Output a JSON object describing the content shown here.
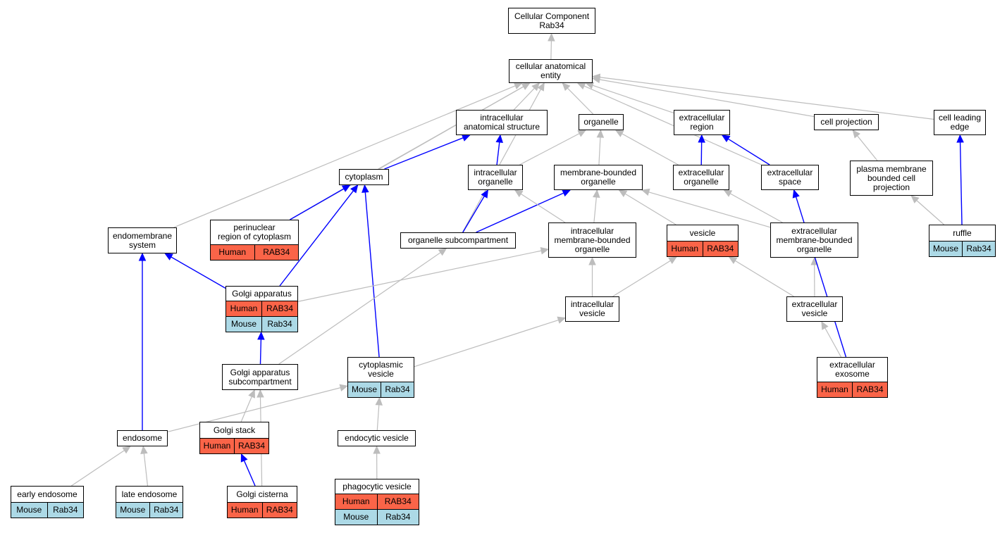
{
  "colors": {
    "is_a_edge": "#bdbdbd",
    "part_of_edge": "#0000ff",
    "human_row": "#fa6448",
    "mouse_row": "#acd9e6",
    "node_border": "#000000"
  },
  "nodes": {
    "cc_root": {
      "label": "Cellular Component\nRab34"
    },
    "cellular_anatomical_entity": {
      "label": "cellular anatomical\nentity"
    },
    "intracellular_anatomical_structure": {
      "label": "intracellular\nanatomical structure"
    },
    "organelle": {
      "label": "organelle"
    },
    "extracellular_region": {
      "label": "extracellular\nregion"
    },
    "cell_projection": {
      "label": "cell projection"
    },
    "cell_leading_edge": {
      "label": "cell leading\nedge"
    },
    "cytoplasm": {
      "label": "cytoplasm"
    },
    "intracellular_organelle": {
      "label": "intracellular\norganelle"
    },
    "membrane_bounded_organelle": {
      "label": "membrane-bounded\norganelle"
    },
    "extracellular_organelle": {
      "label": "extracellular\norganelle"
    },
    "extracellular_space": {
      "label": "extracellular\nspace"
    },
    "plasma_membrane_bounded_cell_projection": {
      "label": "plasma membrane\nbounded cell\nprojection"
    },
    "endomembrane_system": {
      "label": "endomembrane\nsystem"
    },
    "perinuclear_region": {
      "label": "perinuclear\nregion of cytoplasm",
      "species": "Human",
      "gene": "RAB34"
    },
    "organelle_subcompartment": {
      "label": "organelle subcompartment"
    },
    "intracellular_membrane_bounded_organelle": {
      "label": "intracellular\nmembrane-bounded\norganelle"
    },
    "vesicle": {
      "label": "vesicle",
      "species": "Human",
      "gene": "RAB34"
    },
    "extracellular_membrane_bounded_organelle": {
      "label": "extracellular\nmembrane-bounded\norganelle"
    },
    "ruffle": {
      "label": "ruffle",
      "species": "Mouse",
      "gene": "Rab34"
    },
    "golgi_apparatus": {
      "label": "Golgi apparatus",
      "species": "Human",
      "gene": "RAB34",
      "species2": "Mouse",
      "gene2": "Rab34"
    },
    "intracellular_vesicle": {
      "label": "intracellular\nvesicle"
    },
    "extracellular_vesicle": {
      "label": "extracellular\nvesicle"
    },
    "golgi_apparatus_subcompartment": {
      "label": "Golgi apparatus\nsubcompartment"
    },
    "cytoplasmic_vesicle": {
      "label": "cytoplasmic\nvesicle",
      "species": "Mouse",
      "gene": "Rab34"
    },
    "extracellular_exosome": {
      "label": "extracellular\nexosome",
      "species": "Human",
      "gene": "RAB34"
    },
    "endosome": {
      "label": "endosome"
    },
    "golgi_stack": {
      "label": "Golgi stack",
      "species": "Human",
      "gene": "RAB34"
    },
    "endocytic_vesicle": {
      "label": "endocytic vesicle"
    },
    "early_endosome": {
      "label": "early endosome",
      "species": "Mouse",
      "gene": "Rab34"
    },
    "late_endosome": {
      "label": "late endosome",
      "species": "Mouse",
      "gene": "Rab34"
    },
    "golgi_cisterna": {
      "label": "Golgi cisterna",
      "species": "Human",
      "gene": "RAB34"
    },
    "phagocytic_vesicle": {
      "label": "phagocytic vesicle",
      "species": "Human",
      "gene": "RAB34",
      "species2": "Mouse",
      "gene2": "Rab34"
    }
  },
  "edges": [
    {
      "from": "cellular_anatomical_entity",
      "to": "cc_root",
      "type": "is_a"
    },
    {
      "from": "intracellular_anatomical_structure",
      "to": "cellular_anatomical_entity",
      "type": "is_a"
    },
    {
      "from": "organelle",
      "to": "cellular_anatomical_entity",
      "type": "is_a"
    },
    {
      "from": "extracellular_region",
      "to": "cellular_anatomical_entity",
      "type": "is_a"
    },
    {
      "from": "cell_projection",
      "to": "cellular_anatomical_entity",
      "type": "is_a"
    },
    {
      "from": "cell_leading_edge",
      "to": "cellular_anatomical_entity",
      "type": "is_a"
    },
    {
      "from": "cytoplasm",
      "to": "cellular_anatomical_entity",
      "type": "is_a"
    },
    {
      "from": "endomembrane_system",
      "to": "cellular_anatomical_entity",
      "type": "is_a"
    },
    {
      "from": "perinuclear_region",
      "to": "cellular_anatomical_entity",
      "type": "is_a"
    },
    {
      "from": "organelle_subcompartment",
      "to": "cellular_anatomical_entity",
      "type": "is_a"
    },
    {
      "from": "extracellular_space",
      "to": "cellular_anatomical_entity",
      "type": "is_a"
    },
    {
      "from": "cytoplasm",
      "to": "intracellular_anatomical_structure",
      "type": "part_of"
    },
    {
      "from": "intracellular_organelle",
      "to": "intracellular_anatomical_structure",
      "type": "part_of"
    },
    {
      "from": "intracellular_organelle",
      "to": "organelle",
      "type": "is_a"
    },
    {
      "from": "membrane_bounded_organelle",
      "to": "organelle",
      "type": "is_a"
    },
    {
      "from": "extracellular_organelle",
      "to": "organelle",
      "type": "is_a"
    },
    {
      "from": "extracellular_organelle",
      "to": "extracellular_region",
      "type": "part_of"
    },
    {
      "from": "extracellular_space",
      "to": "extracellular_region",
      "type": "part_of"
    },
    {
      "from": "plasma_membrane_bounded_cell_projection",
      "to": "cell_projection",
      "type": "is_a"
    },
    {
      "from": "ruffle",
      "to": "cell_leading_edge",
      "type": "part_of"
    },
    {
      "from": "ruffle",
      "to": "plasma_membrane_bounded_cell_projection",
      "type": "is_a"
    },
    {
      "from": "perinuclear_region",
      "to": "cytoplasm",
      "type": "part_of"
    },
    {
      "from": "golgi_apparatus",
      "to": "cytoplasm",
      "type": "part_of"
    },
    {
      "from": "cytoplasmic_vesicle",
      "to": "cytoplasm",
      "type": "part_of"
    },
    {
      "from": "organelle_subcompartment",
      "to": "intracellular_organelle",
      "type": "part_of"
    },
    {
      "from": "organelle_subcompartment",
      "to": "membrane_bounded_organelle",
      "type": "part_of"
    },
    {
      "from": "intracellular_membrane_bounded_organelle",
      "to": "intracellular_organelle",
      "type": "is_a"
    },
    {
      "from": "intracellular_membrane_bounded_organelle",
      "to": "membrane_bounded_organelle",
      "type": "is_a"
    },
    {
      "from": "vesicle",
      "to": "membrane_bounded_organelle",
      "type": "is_a"
    },
    {
      "from": "extracellular_membrane_bounded_organelle",
      "to": "membrane_bounded_organelle",
      "type": "is_a"
    },
    {
      "from": "extracellular_membrane_bounded_organelle",
      "to": "extracellular_organelle",
      "type": "is_a"
    },
    {
      "from": "golgi_apparatus",
      "to": "endomembrane_system",
      "type": "part_of"
    },
    {
      "from": "golgi_apparatus",
      "to": "intracellular_membrane_bounded_organelle",
      "type": "is_a"
    },
    {
      "from": "intracellular_vesicle",
      "to": "intracellular_membrane_bounded_organelle",
      "type": "is_a"
    },
    {
      "from": "intracellular_vesicle",
      "to": "vesicle",
      "type": "is_a"
    },
    {
      "from": "extracellular_vesicle",
      "to": "vesicle",
      "type": "is_a"
    },
    {
      "from": "extracellular_vesicle",
      "to": "extracellular_membrane_bounded_organelle",
      "type": "is_a"
    },
    {
      "from": "extracellular_exosome",
      "to": "extracellular_vesicle",
      "type": "is_a"
    },
    {
      "from": "extracellular_exosome",
      "to": "extracellular_space",
      "type": "part_of"
    },
    {
      "from": "golgi_apparatus_subcompartment",
      "to": "golgi_apparatus",
      "type": "part_of"
    },
    {
      "from": "golgi_apparatus_subcompartment",
      "to": "organelle_subcompartment",
      "type": "is_a"
    },
    {
      "from": "cytoplasmic_vesicle",
      "to": "intracellular_vesicle",
      "type": "is_a"
    },
    {
      "from": "endosome",
      "to": "endomembrane_system",
      "type": "part_of"
    },
    {
      "from": "endosome",
      "to": "cytoplasmic_vesicle",
      "type": "is_a"
    },
    {
      "from": "golgi_stack",
      "to": "golgi_apparatus_subcompartment",
      "type": "is_a"
    },
    {
      "from": "golgi_cisterna",
      "to": "golgi_apparatus_subcompartment",
      "type": "is_a"
    },
    {
      "from": "golgi_cisterna",
      "to": "golgi_stack",
      "type": "part_of"
    },
    {
      "from": "endocytic_vesicle",
      "to": "cytoplasmic_vesicle",
      "type": "is_a"
    },
    {
      "from": "phagocytic_vesicle",
      "to": "endocytic_vesicle",
      "type": "is_a"
    },
    {
      "from": "early_endosome",
      "to": "endosome",
      "type": "is_a"
    },
    {
      "from": "late_endosome",
      "to": "endosome",
      "type": "is_a"
    }
  ]
}
